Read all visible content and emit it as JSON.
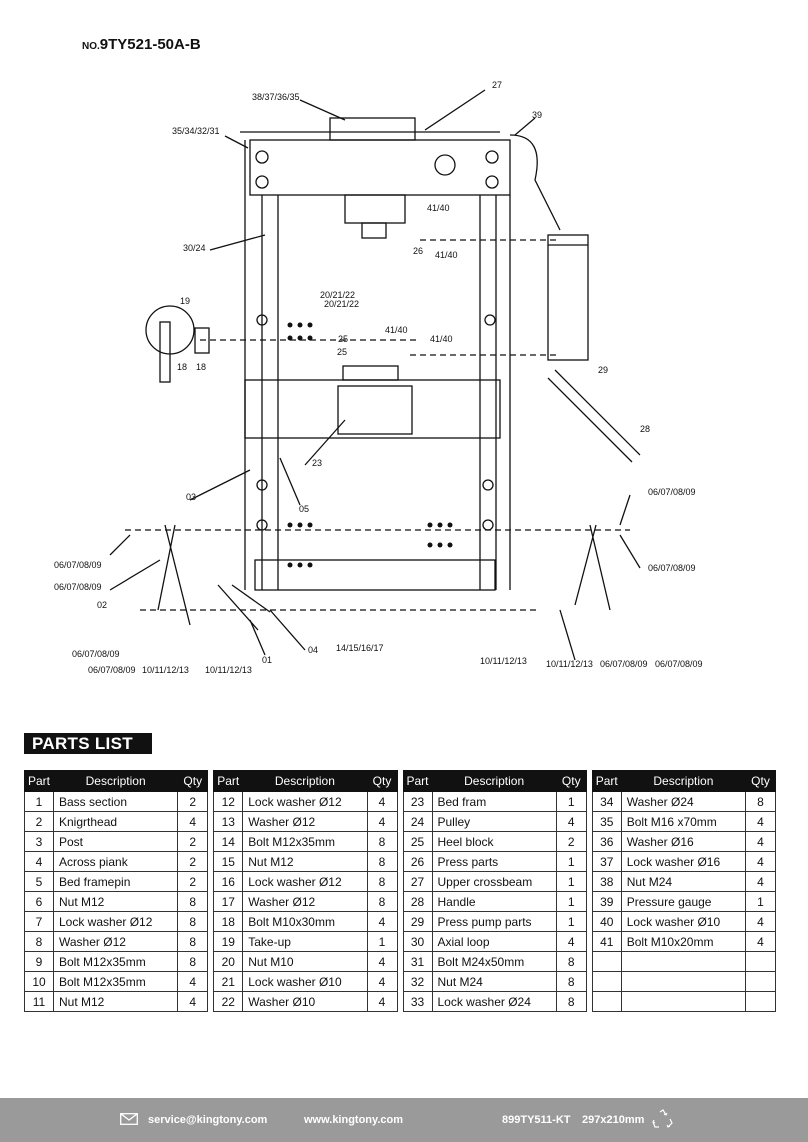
{
  "header": {
    "model_prefix": "NO.",
    "model_number": "9TY521-50A-B"
  },
  "diagram_labels": {
    "l_38_37_36_35": "38/37/36/35",
    "l_27": "27",
    "l_39": "39",
    "l_35_34_32_31": "35/34/32/31",
    "l_41_40_a": "41/40",
    "l_26": "26",
    "l_41_40_b": "41/40",
    "l_30_24": "30/24",
    "l_19": "19",
    "l_20_21_22_a": "20/21/22",
    "l_20_21_22_b": "20/21/22",
    "l_25_a": "25",
    "l_25_b": "25",
    "l_41_40_c": "41/40",
    "l_41_40_d": "41/40",
    "l_29": "29",
    "l_18_a": "18",
    "l_18_b": "18",
    "l_28": "28",
    "l_23": "23",
    "l_03": "03",
    "l_05": "05",
    "l_06_07_08_09_r1": "06/07/08/09",
    "l_06_07_08_09_l1": "06/07/08/09",
    "l_06_07_08_09_l2": "06/07/08/09",
    "l_06_07_08_09_r2": "06/07/08/09",
    "l_02": "02",
    "l_06_07_08_09_l3": "06/07/08/09",
    "l_06_07_08_09_l4": "06/07/08/09",
    "l_10_11_12_13_a": "10/11/12/13",
    "l_10_11_12_13_b": "10/11/12/13",
    "l_01": "01",
    "l_04": "04",
    "l_14_15_16_17": "14/15/16/17",
    "l_10_11_12_13_c": "10/11/12/13",
    "l_10_11_12_13_d": "10/11/12/13",
    "l_06_07_08_09_r3": "06/07/08/09",
    "l_06_07_08_09_r4": "06/07/08/09"
  },
  "parts_list": {
    "title": "PARTS LIST",
    "headers": {
      "part": "Part",
      "description": "Description",
      "qty": "Qty"
    },
    "tables": [
      [
        {
          "part": "1",
          "desc": "Bass section",
          "qty": "2"
        },
        {
          "part": "2",
          "desc": "Knigrthead",
          "qty": "4"
        },
        {
          "part": "3",
          "desc": "Post",
          "qty": "2"
        },
        {
          "part": "4",
          "desc": "Across piank",
          "qty": "2"
        },
        {
          "part": "5",
          "desc": "Bed framepin",
          "qty": "2"
        },
        {
          "part": "6",
          "desc": "Nut M12",
          "qty": "8"
        },
        {
          "part": "7",
          "desc": "Lock washer Ø12",
          "qty": "8"
        },
        {
          "part": "8",
          "desc": "Washer Ø12",
          "qty": "8"
        },
        {
          "part": "9",
          "desc": "Bolt M12x35mm",
          "qty": "8"
        },
        {
          "part": "10",
          "desc": "Bolt M12x35mm",
          "qty": "4"
        },
        {
          "part": "11",
          "desc": "Nut M12",
          "qty": "4"
        }
      ],
      [
        {
          "part": "12",
          "desc": "Lock washer Ø12",
          "qty": "4"
        },
        {
          "part": "13",
          "desc": "Washer Ø12",
          "qty": "4"
        },
        {
          "part": "14",
          "desc": "Bolt M12x35mm",
          "qty": "8"
        },
        {
          "part": "15",
          "desc": "Nut M12",
          "qty": "8"
        },
        {
          "part": "16",
          "desc": "Lock washer Ø12",
          "qty": "8"
        },
        {
          "part": "17",
          "desc": "Washer Ø12",
          "qty": "8"
        },
        {
          "part": "18",
          "desc": "Bolt M10x30mm",
          "qty": "4"
        },
        {
          "part": "19",
          "desc": "Take-up",
          "qty": "1"
        },
        {
          "part": "20",
          "desc": "Nut M10",
          "qty": "4"
        },
        {
          "part": "21",
          "desc": "Lock washer Ø10",
          "qty": "4"
        },
        {
          "part": "22",
          "desc": "Washer Ø10",
          "qty": "4"
        }
      ],
      [
        {
          "part": "23",
          "desc": "Bed fram",
          "qty": "1"
        },
        {
          "part": "24",
          "desc": "Pulley",
          "qty": "4"
        },
        {
          "part": "25",
          "desc": "Heel block",
          "qty": "2"
        },
        {
          "part": "26",
          "desc": "Press parts",
          "qty": "1"
        },
        {
          "part": "27",
          "desc": "Upper crossbeam",
          "qty": "1"
        },
        {
          "part": "28",
          "desc": "Handle",
          "qty": "1"
        },
        {
          "part": "29",
          "desc": "Press pump parts",
          "qty": "1"
        },
        {
          "part": "30",
          "desc": "Axial loop",
          "qty": "4"
        },
        {
          "part": "31",
          "desc": "Bolt M24x50mm",
          "qty": "8"
        },
        {
          "part": "32",
          "desc": "Nut M24",
          "qty": "8"
        },
        {
          "part": "33",
          "desc": "Lock washer Ø24",
          "qty": "8"
        }
      ],
      [
        {
          "part": "34",
          "desc": "Washer Ø24",
          "qty": "8"
        },
        {
          "part": "35",
          "desc": "Bolt M16 x70mm",
          "qty": "4"
        },
        {
          "part": "36",
          "desc": "Washer Ø16",
          "qty": "4"
        },
        {
          "part": "37",
          "desc": "Lock washer Ø16",
          "qty": "4"
        },
        {
          "part": "38",
          "desc": "Nut M24",
          "qty": "4"
        },
        {
          "part": "39",
          "desc": "Pressure gauge",
          "qty": "1"
        },
        {
          "part": "40",
          "desc": "Lock washer Ø10",
          "qty": "4"
        },
        {
          "part": "41",
          "desc": "Bolt M10x20mm",
          "qty": "4"
        },
        {
          "part": "",
          "desc": "",
          "qty": ""
        },
        {
          "part": "",
          "desc": "",
          "qty": ""
        },
        {
          "part": "",
          "desc": "",
          "qty": ""
        }
      ]
    ]
  },
  "footer": {
    "email": "service@kingtony.com",
    "website": "www.kingtony.com",
    "doc_code": "899TY511-KT",
    "paper_size": "297x210mm",
    "icons": [
      "mail-icon",
      "recycle-icon"
    ]
  }
}
